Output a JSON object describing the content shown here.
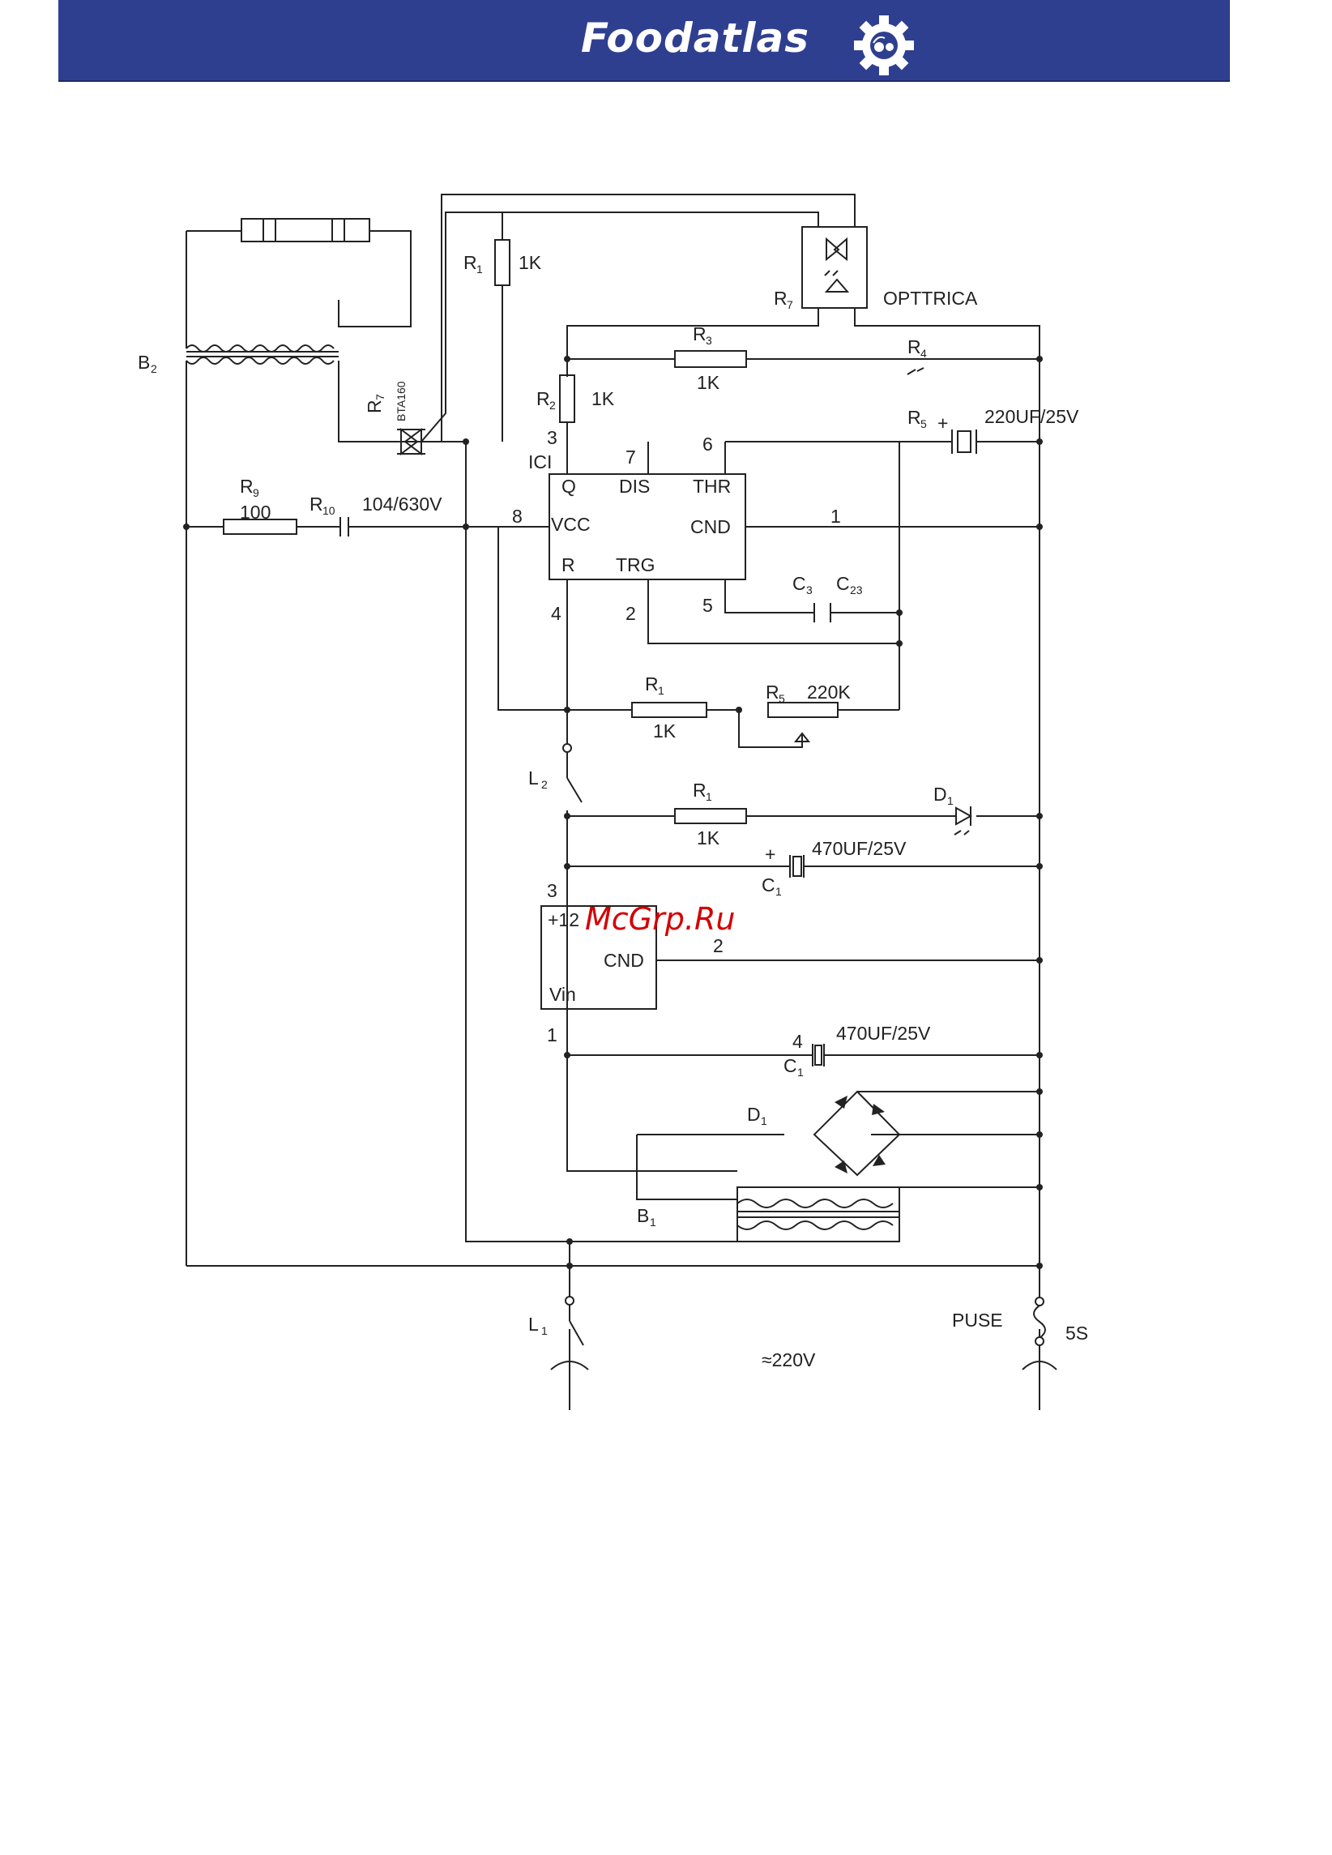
{
  "header": {
    "brand": "Foodatlas",
    "logo_icon": "gear-logo-icon",
    "background": "#2f3f90"
  },
  "watermark": {
    "text": "McGrp.Ru",
    "color": "#d40000"
  },
  "schematic": {
    "labels": {
      "b2": "B",
      "b2_sub": "2",
      "r7": "R",
      "r7_sub": "7",
      "triac_part": "BTA160",
      "r1_top": "R",
      "r1_top_sub": "1",
      "r1_top_value": "1K",
      "r7_opt": "R",
      "r7_opt_sub": "7",
      "opttrica": "OPTTRICA",
      "r3": "R",
      "r3_sub": "3",
      "r3_value": "1K",
      "r4": "R",
      "r4_sub": "4",
      "r2": "R",
      "r2_sub": "2",
      "r2_value": "1K",
      "r5_cap": "R",
      "r5_cap_sub": "5",
      "cap220": "220UF/25V",
      "pin3": "3",
      "ic1": "ICI",
      "pin7": "7",
      "pin6": "6",
      "pin_q": "Q",
      "pin_dis": "DIS",
      "pin_thr": "THR",
      "pin8": "8",
      "pin_vcc": "VCC",
      "pin_cnd": "CND",
      "pin1": "1",
      "pin_r": "R",
      "pin_trg": "TRG",
      "pin4": "4",
      "pin2": "2",
      "pin5": "5",
      "c3": "C",
      "c3_sub": "3",
      "c23": "C",
      "c23_sub": "23",
      "r9": "R",
      "r9_sub": "9",
      "r9_value": "100",
      "r10": "R",
      "r10_sub": "10",
      "cap104": "104/630V",
      "r1_mid": "R",
      "r1_mid_sub": "1",
      "r1_mid_value": "1K",
      "r5_pot": "R",
      "r5_pot_sub": "5",
      "r5_value": "220K",
      "l2": "L",
      "l2_sub": "2",
      "r1_low": "R",
      "r1_low_sub": "1",
      "r1_low_value": "1K",
      "d1_led": "D",
      "d1_led_sub": "1",
      "plus": "+",
      "cap470a": "470UF/25V",
      "c1a": "C",
      "c1a_sub": "1",
      "reg_pin3": "3",
      "reg_plus12": "+12",
      "reg_cnd": "CND",
      "reg_pin2": "2",
      "reg_vin": "Vin",
      "reg_pin1": "1",
      "pin4b": "4",
      "cap470b": "470UF/25V",
      "c1b": "C",
      "c1b_sub": "1",
      "d1_bridge": "D",
      "d1_bridge_sub": "1",
      "b1": "B",
      "b1_sub": "1",
      "l1": "L",
      "l1_sub": "1",
      "mains": "≈220V",
      "fuse": "PUSE",
      "fuse_value": "5S"
    }
  }
}
